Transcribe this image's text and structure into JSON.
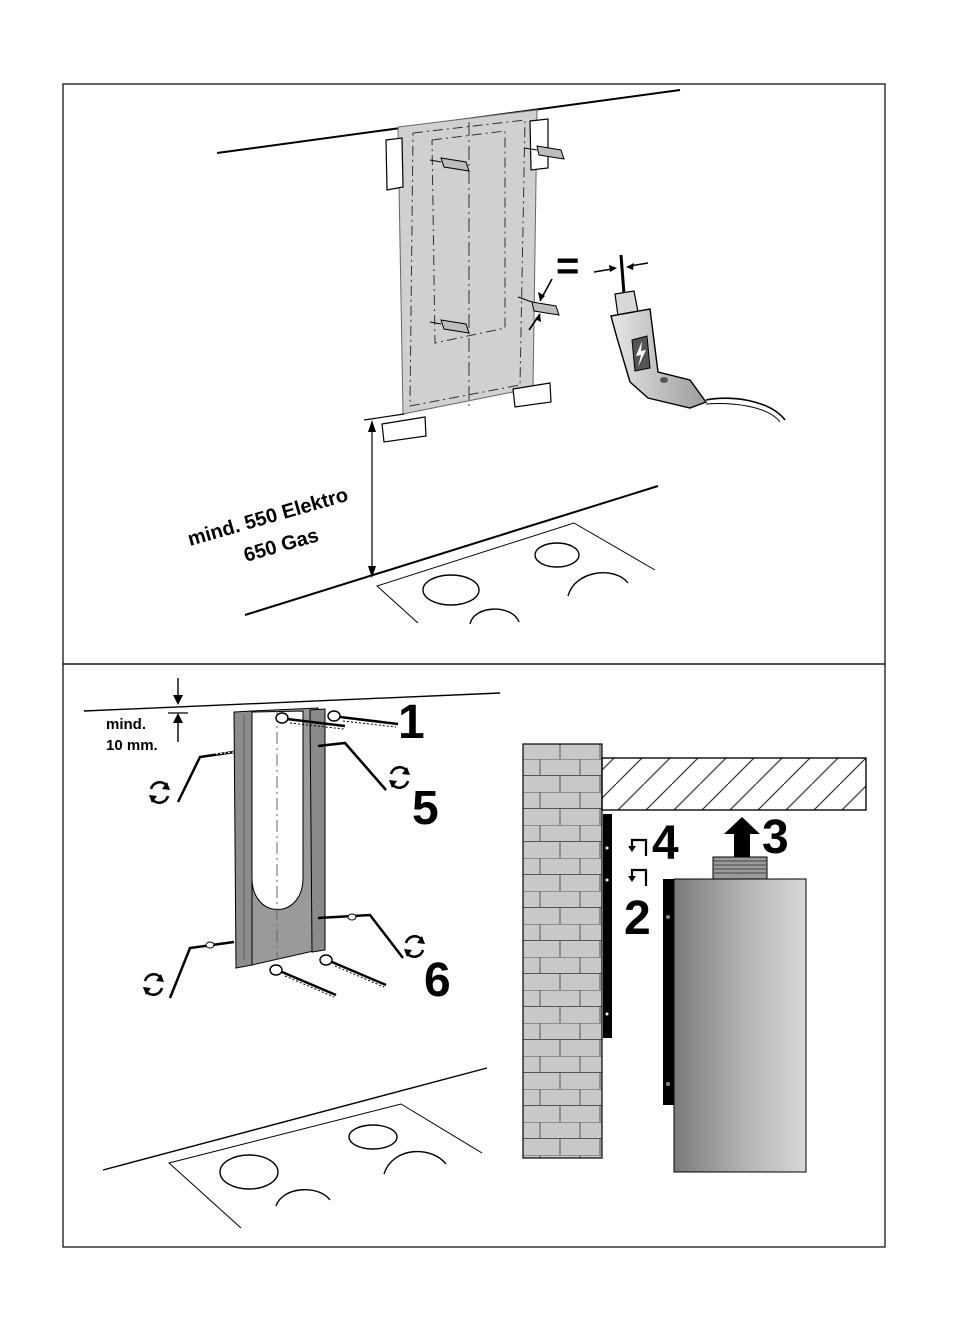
{
  "panel1": {
    "height_label_line1": "mind. 550 Elektro",
    "height_label_line2": "650 Gas",
    "equals_sign": "=",
    "icons": [
      "wall-plug-icon",
      "drill-icon",
      "lightning-icon",
      "paper-tape-icon"
    ]
  },
  "panel2": {
    "clearance_line1": "mind.",
    "clearance_line2": "10 mm.",
    "steps": [
      "1",
      "5",
      "6",
      "4",
      "3",
      "2"
    ],
    "icons": [
      "rotate-arrows-icon",
      "screw-icon",
      "washer-icon",
      "arrow-up-icon",
      "hook-arrow-icon",
      "brick-wall-icon"
    ]
  },
  "colors": {
    "plate_gray": "#d0d0d0",
    "bracket_gray": "#9a9a9a",
    "brick_gray": "#c8c8c8",
    "hood_gray": "#bcbcbc",
    "black": "#000000"
  }
}
